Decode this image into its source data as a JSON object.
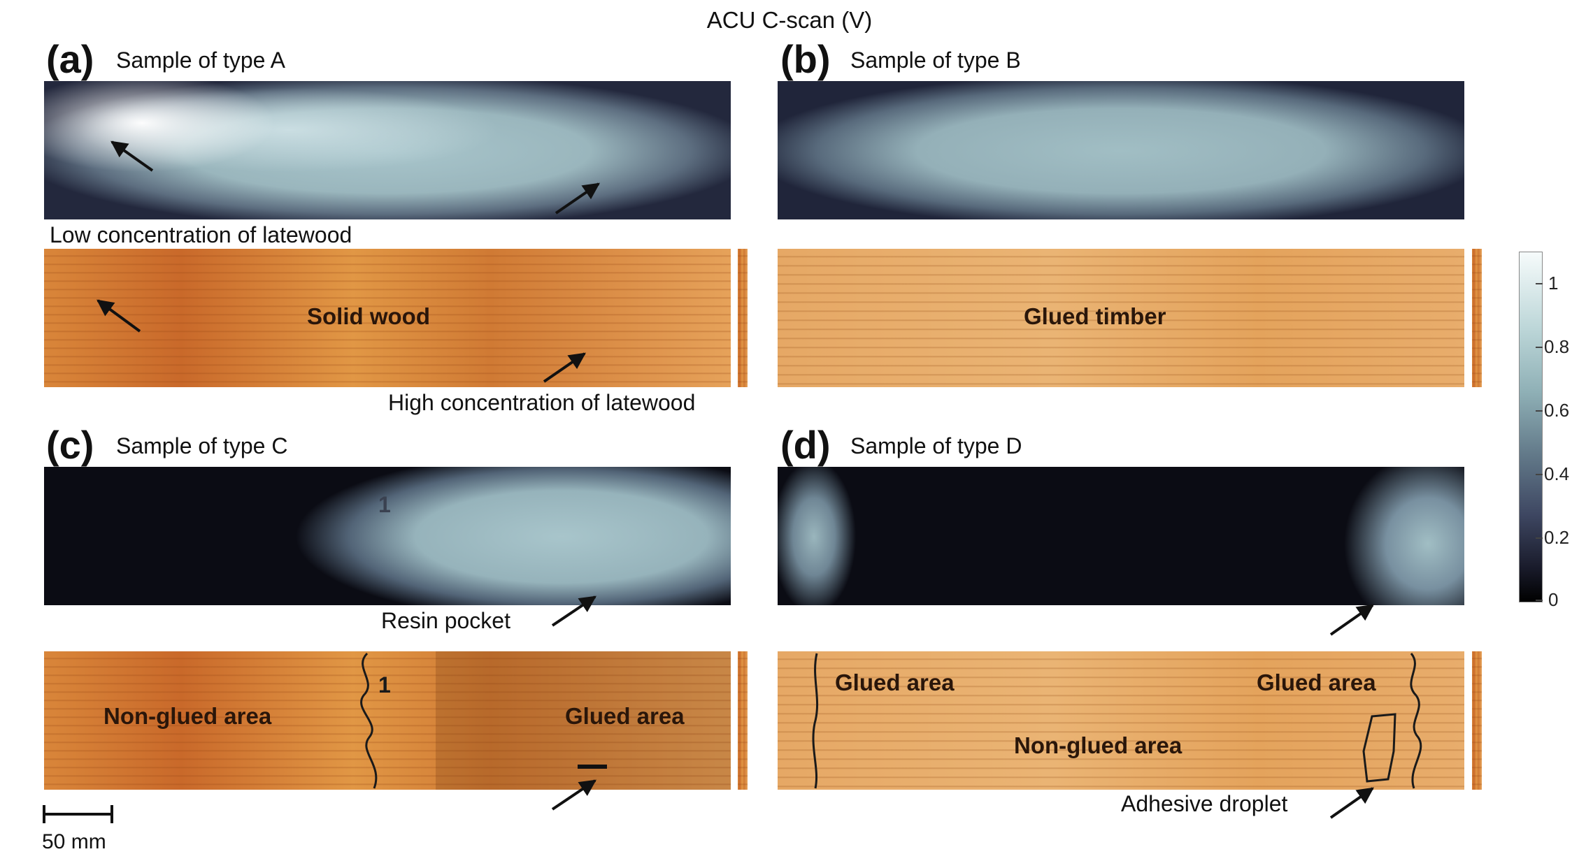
{
  "figure": {
    "title": "ACU C-scan (V)",
    "panels": [
      {
        "id": "a",
        "label": "(a)",
        "sample": "Sample of type A",
        "wood_label": "Solid wood"
      },
      {
        "id": "b",
        "label": "(b)",
        "sample": "Sample of type B",
        "wood_label": "Glued timber"
      },
      {
        "id": "c",
        "label": "(c)",
        "sample": "Sample of type C",
        "wood_labels": [
          "Non-glued area",
          "Glued area"
        ],
        "marker": "1"
      },
      {
        "id": "d",
        "label": "(d)",
        "sample": "Sample of type D",
        "wood_labels": [
          "Glued area",
          "Glued area",
          "Non-glued area"
        ]
      }
    ],
    "annotations": {
      "low_latewood": "Low concentration of latewood",
      "high_latewood": "High concentration of latewood",
      "resin_pocket": "Resin pocket",
      "adhesive_droplet": "Adhesive droplet"
    },
    "colorbar": {
      "ticks": [
        "1",
        "0.8",
        "0.6",
        "0.4",
        "0.2",
        "0"
      ],
      "colors": [
        "#f6fbfb",
        "#8fb0b6",
        "#3e4762",
        "#000000"
      ]
    },
    "scale_bar": {
      "label": "50 mm"
    }
  }
}
